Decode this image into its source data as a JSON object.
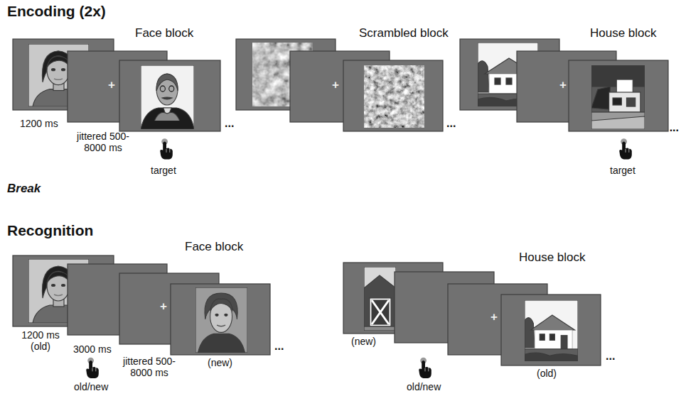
{
  "diagram": {
    "nodes": [
      {
        "text": [
          "+"
        ]
      },
      {
        "text": [
          "+"
        ]
      },
      {
        "text": [
          "+"
        ]
      },
      {
        "text": [
          "+"
        ]
      },
      {
        "text": [
          "+"
        ]
      }
    ],
    "labels": [
      "Encoding (2x)",
      "Face block",
      "Scrambled block",
      "House block",
      "1200 ms",
      "jittered 500-8000 ms",
      "target",
      "target",
      "...",
      "...",
      "...",
      "Break",
      "Recognition",
      "Face block",
      "House block",
      "1200 ms (old)",
      "3000 ms",
      "old/new",
      "jittered 500-8000 ms",
      "(new)",
      "...",
      "(new)",
      "old/new",
      "(old)",
      "..."
    ]
  }
}
